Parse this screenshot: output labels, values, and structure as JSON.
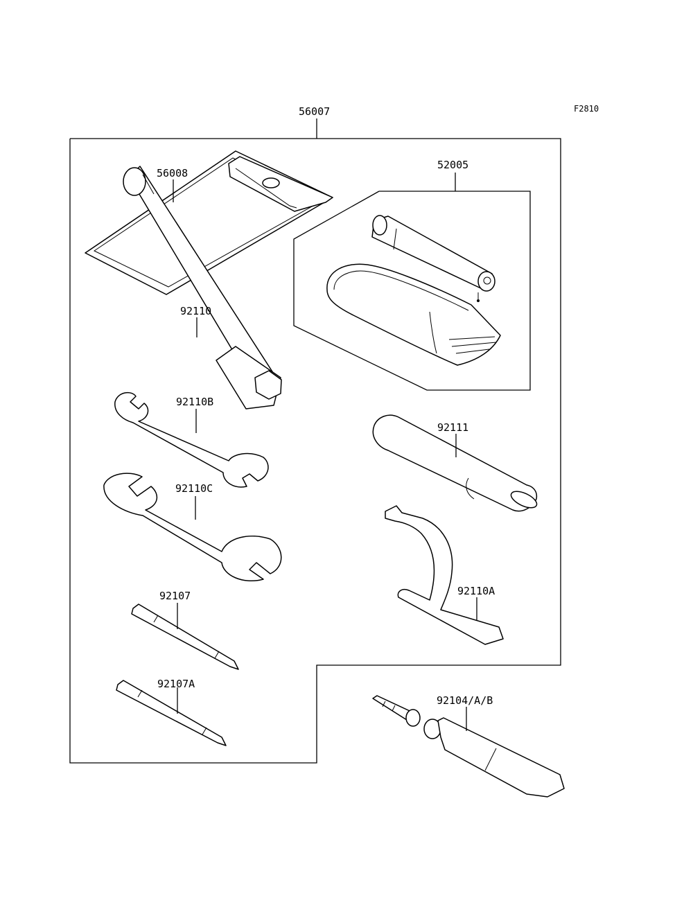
{
  "figure_code": "F2810",
  "parts": [
    {
      "key": "kit",
      "number": "56007"
    },
    {
      "key": "pouch",
      "number": "56008"
    },
    {
      "key": "pump_kit",
      "number": "52005"
    },
    {
      "key": "socket_wrench",
      "number": "92110"
    },
    {
      "key": "wrench_small",
      "number": "92110B"
    },
    {
      "key": "wrench_large",
      "number": "92110C"
    },
    {
      "key": "handle",
      "number": "92111"
    },
    {
      "key": "hook_spanner",
      "number": "92110A"
    },
    {
      "key": "screwdriver_bit",
      "number": "92107"
    },
    {
      "key": "screwdriver_bit_a",
      "number": "92107A"
    },
    {
      "key": "sealant_tube",
      "number": "92104/A/B"
    }
  ]
}
